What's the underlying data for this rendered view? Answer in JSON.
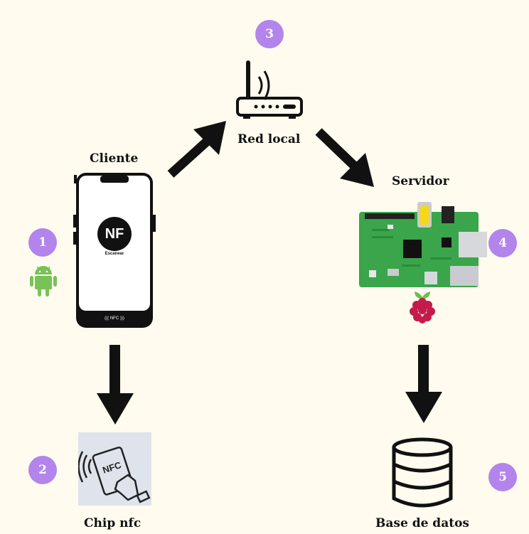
{
  "nodes": {
    "cliente": "Cliente",
    "red_local": "Red local",
    "servidor": "Servidor",
    "chip_nfc": "Chip nfc",
    "base_datos": "Base de datos"
  },
  "badges": [
    "1",
    "2",
    "3",
    "4",
    "5"
  ],
  "phone": {
    "logo_text": "NF",
    "scan_label": "Escanear",
    "nfc_label": "NFC"
  },
  "nfc_card_label": "NFC",
  "colors": {
    "background": "#fffcef",
    "badge": "#b284ec",
    "arrow": "#111111",
    "android": "#78c257",
    "board": "#3aa54a",
    "raspberry": "#c51a4a"
  },
  "icons": [
    "router-icon",
    "phone-icon",
    "android-icon",
    "nfc-card-icon",
    "raspberry-pi-board-icon",
    "raspberry-logo-icon",
    "database-icon"
  ]
}
